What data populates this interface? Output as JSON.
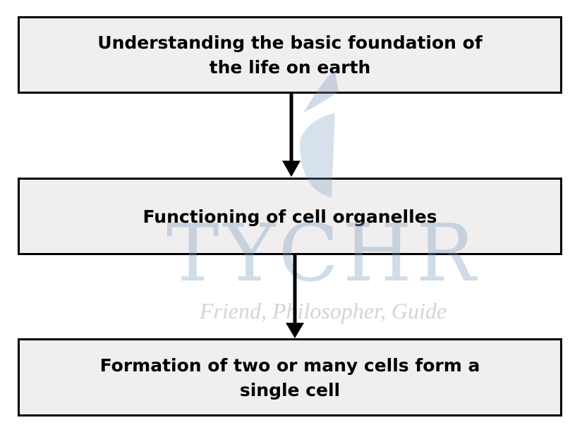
{
  "steps": [
    {
      "label": "Understanding the basic foundation of the life on earth"
    },
    {
      "label": "Functioning of cell organelles"
    },
    {
      "label": "Formation of two or many cells form a single cell"
    }
  ],
  "watermark": {
    "brand": "TYCHR",
    "tagline": "Friend, Philosopher, Guide"
  },
  "colors": {
    "box_fill": "#f0eeee",
    "border": "#000000",
    "watermark": "#789bbe"
  }
}
